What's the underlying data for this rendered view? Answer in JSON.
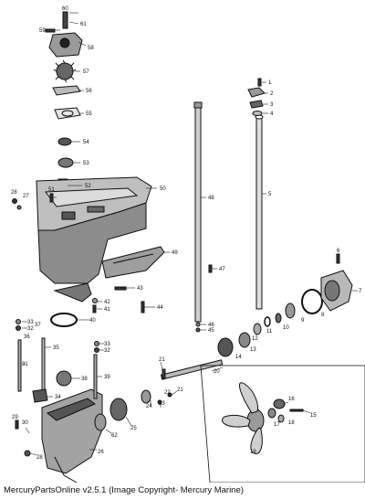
{
  "caption": "MercuryPartsOnline v2.5.1 (Image Copyright- Mercury Marine)",
  "callouts": {
    "c1": "1",
    "c2": "2",
    "c3": "3",
    "c4": "4",
    "c5": "5",
    "c6": "6",
    "c7": "7",
    "c8": "8",
    "c9": "9",
    "c10": "10",
    "c11": "11",
    "c12": "12",
    "c13": "13",
    "c14": "14",
    "c15": "15",
    "c16": "16",
    "c17": "17",
    "c18": "18",
    "c19": "19",
    "c20": "20",
    "c21": "21",
    "c22": "22",
    "c23": "23",
    "c24": "24",
    "c25": "25",
    "c26": "26",
    "c27": "27",
    "c28": "28",
    "c29": "29",
    "c30": "30",
    "c31": "31",
    "c32": "32",
    "c33": "33",
    "c34": "34",
    "c35": "35",
    "c36": "36",
    "c37": "37",
    "c38": "38",
    "c39": "39",
    "c40": "40",
    "c41": "41",
    "c42": "42",
    "c43": "43",
    "c44": "44",
    "c45": "45",
    "c46": "46",
    "c47": "47",
    "c48": "48",
    "c49": "49",
    "c50": "50",
    "c51": "51",
    "c52": "52",
    "c53": "53",
    "c54": "54",
    "c55": "55",
    "c56": "56",
    "c57": "57",
    "c58": "58",
    "c59": "59",
    "c60": "60",
    "c61": "61",
    "c62": "62"
  }
}
